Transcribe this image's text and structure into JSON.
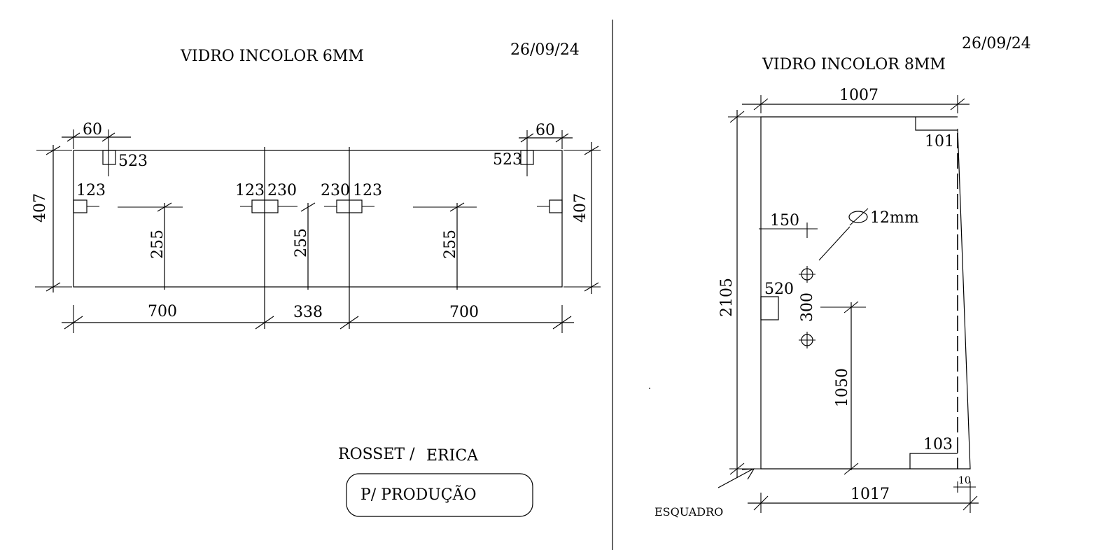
{
  "divider": {},
  "left_sheet": {
    "title": "VIDRO INCOLOR 6MM",
    "date": "26/09/24",
    "dimensions": {
      "height_left": "407",
      "height_right": "407",
      "top_left_offset": "60",
      "top_right_offset": "60",
      "cutout_left_top": "523",
      "cutout_right_top": "523",
      "cutout_left_side": "123",
      "cutout_center_left_a": "123",
      "cutout_center_left_b": "230",
      "cutout_center_right_a": "230",
      "cutout_center_right_b": "123",
      "center_height_1": "255",
      "center_height_2": "255",
      "center_height_3": "255",
      "bottom_left": "700",
      "bottom_middle": "338",
      "bottom_right": "700"
    },
    "client": {
      "name_a": "ROSSET /",
      "name_b": "ERICA",
      "stamp": "P/ PRODUÇÃO"
    }
  },
  "right_sheet": {
    "title": "VIDRO INCOLOR 8MM",
    "date": "26/09/24",
    "dimensions": {
      "width_top": "1007",
      "width_bottom": "1017",
      "height": "2105",
      "notch_top": "101",
      "notch_bottom": "103",
      "hole_label": "12mm",
      "hole_offset": "150",
      "hole_spacing": "300",
      "side_notch": "520",
      "hole_height": "1050",
      "out_of_square": "10"
    },
    "squaring_label": "ESQUADRO"
  }
}
